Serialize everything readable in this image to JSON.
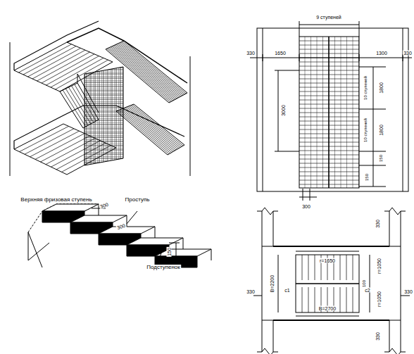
{
  "diagram": {
    "labels": [
      "Верхняя фризовая ступень",
      "Проступь",
      "300",
      "300",
      "150",
      "Подступенок",
      "9 ступеней",
      "330",
      "1650",
      "1300",
      "330",
      "10 ступеней",
      "1800",
      "3000",
      "10 ступеней",
      "1800",
      "150",
      "150",
      "300",
      "330",
      "r=1650",
      "r=1050",
      "100",
      "B=2200",
      "r=1050",
      "B=2700",
      "c1",
      "c2",
      "330",
      "330",
      "330"
    ]
  }
}
